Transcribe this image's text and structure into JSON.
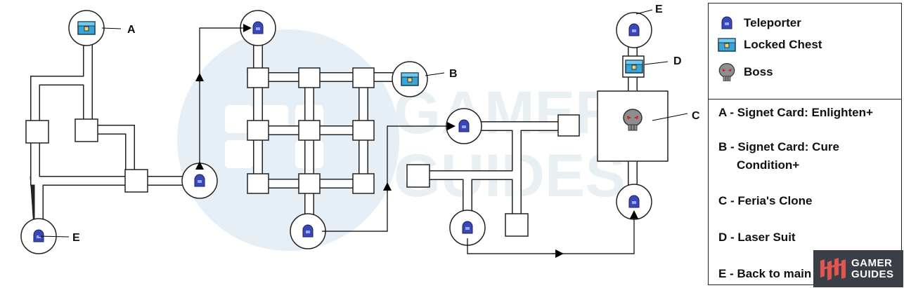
{
  "map": {
    "labels": {
      "a": "A",
      "b": "B",
      "c": "C",
      "d": "D",
      "e_top": "E",
      "e_bottom": "E"
    },
    "colors": {
      "teleporter": "#3a48b5",
      "chest": "#3aa4d6",
      "boss": "#888888",
      "arrow": "#000000",
      "watermark": "#e4eef4"
    },
    "watermark_text": [
      "GAMER",
      "GUIDES"
    ]
  },
  "legend": {
    "items": [
      {
        "icon": "teleporter-icon",
        "label": "Teleporter"
      },
      {
        "icon": "locked-chest-icon",
        "label": "Locked Chest"
      },
      {
        "icon": "boss-icon",
        "label": "Boss"
      }
    ],
    "notes": [
      {
        "key": "A",
        "text": "A - Signet Card: Enlighten+"
      },
      {
        "key": "B",
        "text": "B - Signet Card: Cure",
        "cont": "Condition+"
      },
      {
        "key": "C",
        "text": "C - Feria's Clone"
      },
      {
        "key": "D",
        "text": "D - Laser Suit"
      },
      {
        "key": "E",
        "text": "E - Back to main"
      }
    ]
  },
  "brand": {
    "line1": "GAMER",
    "line2": "GUIDES"
  }
}
